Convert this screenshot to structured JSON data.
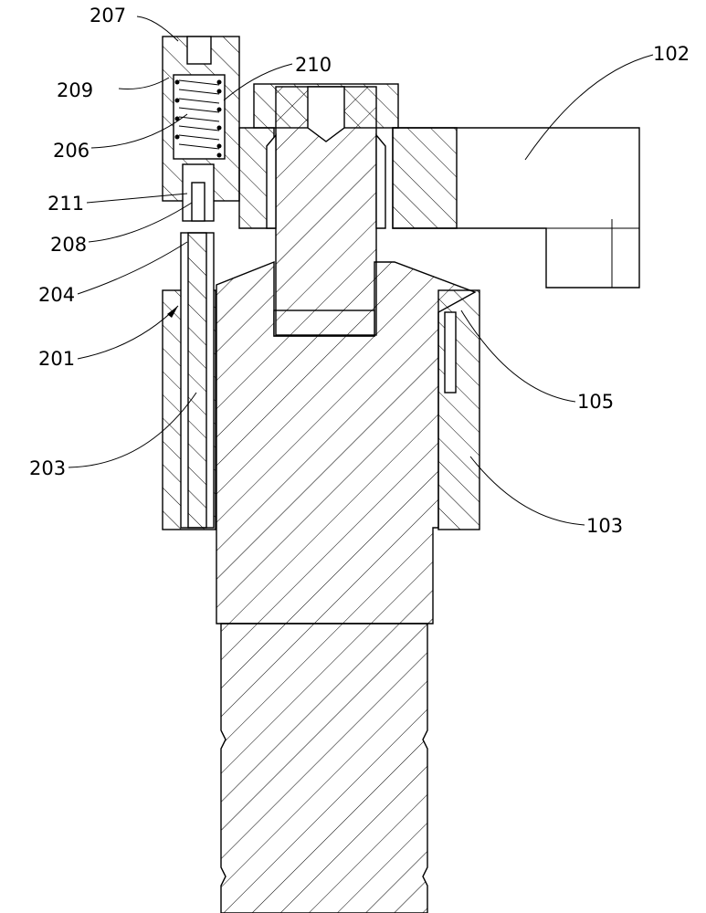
{
  "figure": {
    "labels": {
      "l207": "207",
      "l209": "209",
      "l210": "210",
      "l102": "102",
      "l206": "206",
      "l211": "211",
      "l208": "208",
      "l204": "204",
      "l201": "201",
      "l105": "105",
      "l203": "203",
      "l103": "103"
    }
  }
}
